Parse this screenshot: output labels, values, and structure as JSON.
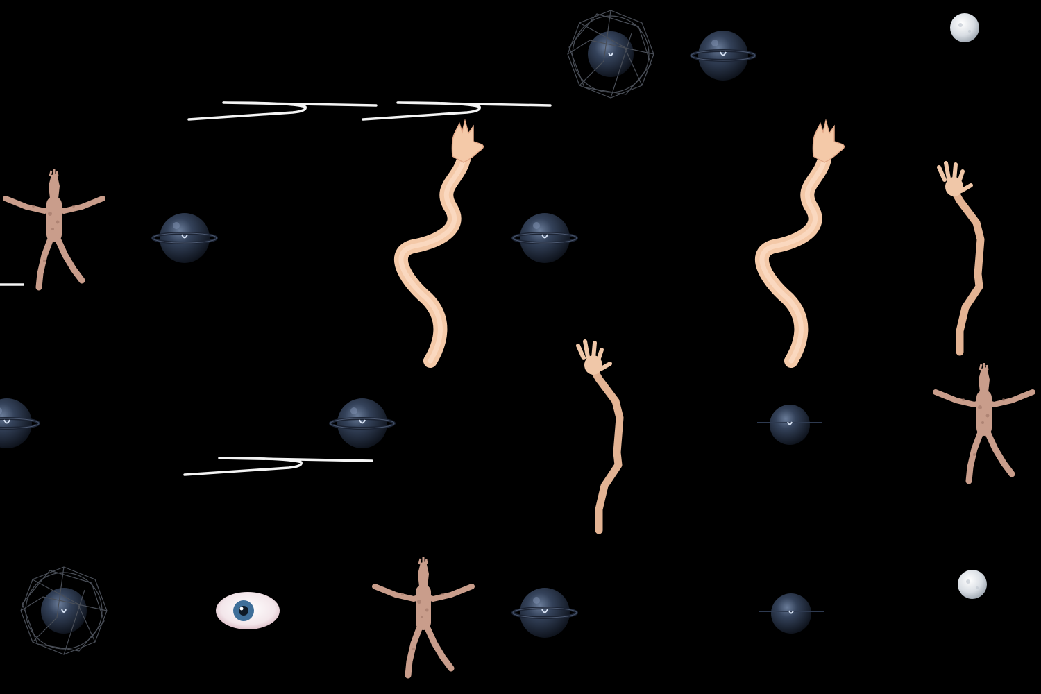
{
  "scene": {
    "background_color": "#000000",
    "colors": {
      "skin": "#f2c8a6",
      "skin_shadow": "#d9a07e",
      "body_skin": "#c89c8a",
      "sphere_dark": "#1b2433",
      "sphere_mid": "#34425a",
      "sphere_highlight": "#9fb4d6",
      "moon": "#d8dde3",
      "eye_white": "#f3e6ea",
      "iris": "#3f6f99",
      "stroke_white": "#f4f4f4"
    },
    "objects": [
      {
        "kind": "ringed-sphere"
      },
      {
        "kind": "caged-sphere"
      },
      {
        "kind": "moon"
      },
      {
        "kind": "white-stroke"
      },
      {
        "kind": "human-figure"
      },
      {
        "kind": "wavy-arm-with-hand"
      },
      {
        "kind": "bent-arm-with-hand"
      },
      {
        "kind": "eyeball"
      }
    ]
  }
}
